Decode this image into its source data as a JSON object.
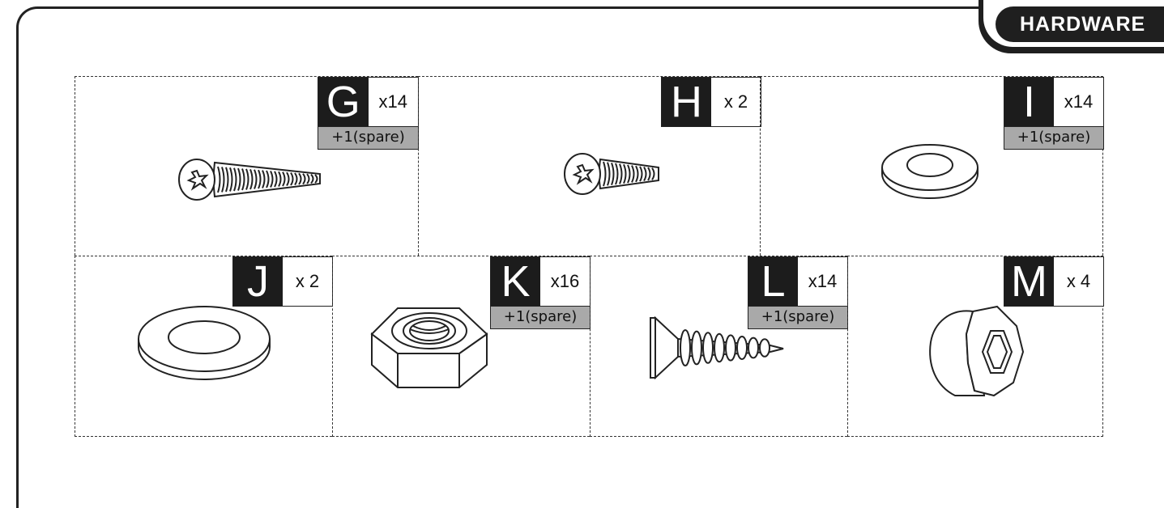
{
  "header": {
    "tab_label": "HARDWARE"
  },
  "parts": [
    {
      "letter": "G",
      "qty": "x14",
      "spare": "+1(spare)",
      "icon": "long-screw-icon"
    },
    {
      "letter": "H",
      "qty": "x 2",
      "icon": "short-screw-icon"
    },
    {
      "letter": "I",
      "qty": "x14",
      "spare": "+1(spare)",
      "icon": "small-washer-icon"
    },
    {
      "letter": "J",
      "qty": "x 2",
      "icon": "large-washer-icon"
    },
    {
      "letter": "K",
      "qty": "x16",
      "spare": "+1(spare)",
      "icon": "hex-nut-icon"
    },
    {
      "letter": "L",
      "qty": "x14",
      "spare": "+1(spare)",
      "icon": "wood-screw-icon"
    },
    {
      "letter": "M",
      "qty": "x 4",
      "icon": "cap-nut-icon"
    }
  ]
}
